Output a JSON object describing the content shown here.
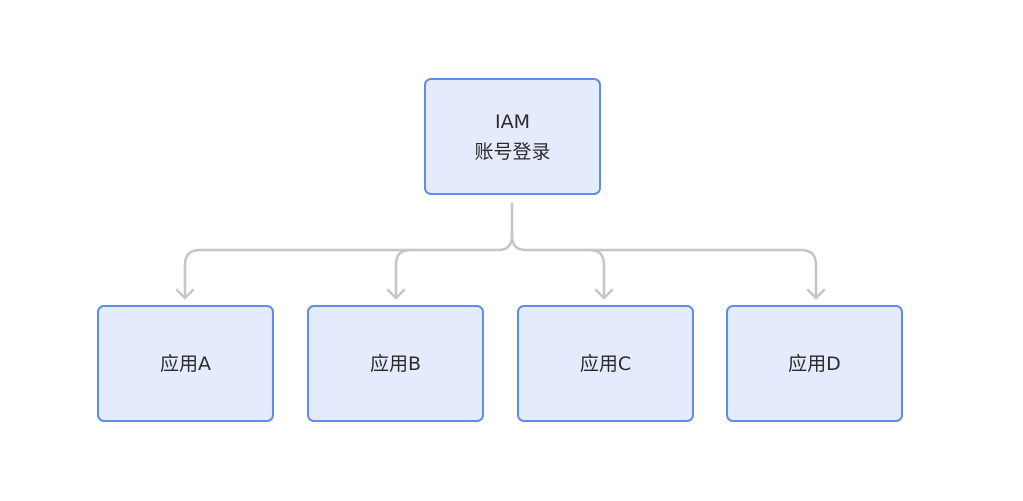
{
  "diagram": {
    "root": {
      "line1": "IAM",
      "line2": "账号登录"
    },
    "children": [
      {
        "label": "应用A"
      },
      {
        "label": "应用B"
      },
      {
        "label": "应用C"
      },
      {
        "label": "应用D"
      }
    ]
  },
  "colors": {
    "node_fill": "#e3ebfd",
    "node_border": "#5f8ee6",
    "connector": "#c6c6c6",
    "text": "#2b2b2b"
  }
}
